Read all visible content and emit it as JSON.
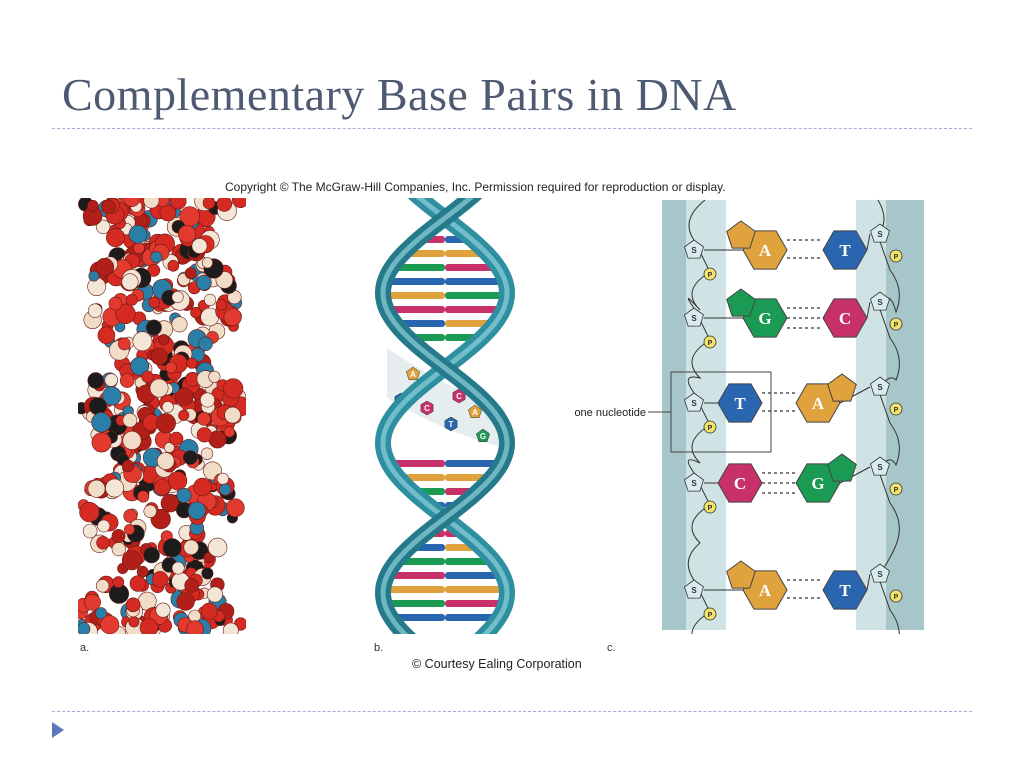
{
  "slide": {
    "title": "Complementary Base Pairs in DNA"
  },
  "figure": {
    "copyright": "Copyright © The McGraw-Hill Companies, Inc. Permission required for reproduction or display.",
    "courtesy": "© Courtesy Ealing Corporation",
    "panel_labels": [
      "a.",
      "b.",
      "c."
    ],
    "callout_label": "one nucleotide",
    "sugar_label": "S",
    "phosphate_label": "P",
    "base_pairs": [
      {
        "left": "A",
        "right": "T"
      },
      {
        "left": "G",
        "right": "C"
      },
      {
        "left": "T",
        "right": "A"
      },
      {
        "left": "C",
        "right": "G"
      },
      {
        "left": "A",
        "right": "T"
      }
    ],
    "helix_bases": [
      "A",
      "G",
      "T",
      "C",
      "C",
      "A",
      "T",
      "G"
    ],
    "colors": {
      "A": "#e0a23c",
      "G": "#1a9a52",
      "T": "#2a65b0",
      "C": "#c8306a",
      "backbone": "#a7c6c9",
      "ribbon": "#2e8fa0",
      "title": "#4d5a72"
    }
  }
}
